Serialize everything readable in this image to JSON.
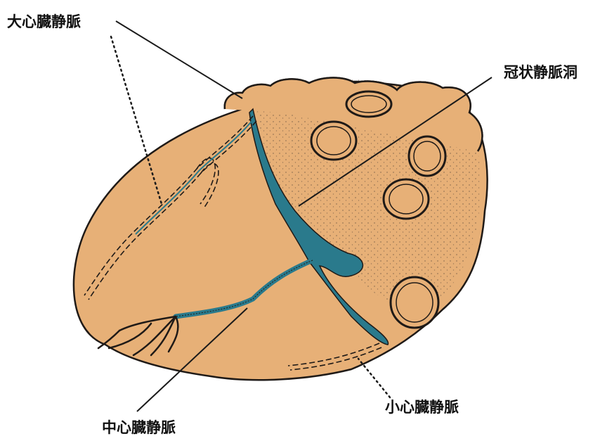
{
  "labels": {
    "great_cardiac_vein": "大心臓静脈",
    "coronary_sinus": "冠状静脈洞",
    "middle_cardiac_vein": "中心臓静脈",
    "small_cardiac_vein": "小心臓静脈"
  },
  "colors": {
    "heart_fill": "#e7b077",
    "heart_outline": "#1f1a17",
    "vein_blue": "#2a7a8c",
    "stipple": "#5a4a3c",
    "leader_line": "#1a1a1a"
  }
}
